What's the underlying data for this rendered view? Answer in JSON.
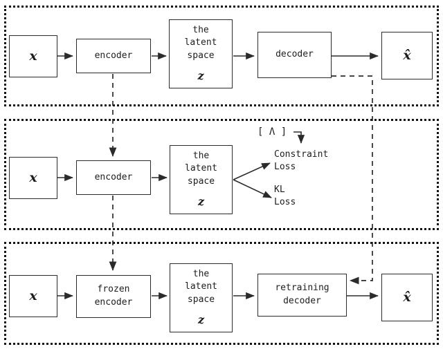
{
  "figure": {
    "type": "diagram",
    "title": "Three-stage autoencoder training diagram",
    "stroke_color": "#2b2b2b",
    "panel_border_color": "#111111",
    "background": "#ffffff"
  },
  "stages": [
    {
      "id": "stage-pretrain",
      "nodes": [
        {
          "id": "input",
          "label": "x"
        },
        {
          "id": "encoder",
          "label": "encoder"
        },
        {
          "id": "latent",
          "line1": "the",
          "line2": "latent",
          "line3": "space",
          "symbol": "z"
        },
        {
          "id": "decoder",
          "label": "decoder"
        },
        {
          "id": "output",
          "label": "x̂"
        }
      ]
    },
    {
      "id": "stage-constraint",
      "nodes": [
        {
          "id": "input",
          "label": "x"
        },
        {
          "id": "encoder",
          "label": "encoder"
        },
        {
          "id": "latent",
          "line1": "the",
          "line2": "latent",
          "line3": "space",
          "symbol": "z"
        }
      ],
      "lambda_label": "[ Λ ]",
      "losses": [
        {
          "id": "constraint-loss",
          "line1": "Constraint",
          "line2": "Loss"
        },
        {
          "id": "kl-loss",
          "line1": "KL",
          "line2": "Loss"
        }
      ]
    },
    {
      "id": "stage-retrain",
      "nodes": [
        {
          "id": "input",
          "label": "x"
        },
        {
          "id": "encoder",
          "line1": "frozen",
          "line2": "encoder"
        },
        {
          "id": "latent",
          "line1": "the",
          "line2": "latent",
          "line3": "space",
          "symbol": "z"
        },
        {
          "id": "decoder",
          "line1": "retraining",
          "line2": "decoder"
        },
        {
          "id": "output",
          "label": "x̂"
        }
      ]
    }
  ]
}
